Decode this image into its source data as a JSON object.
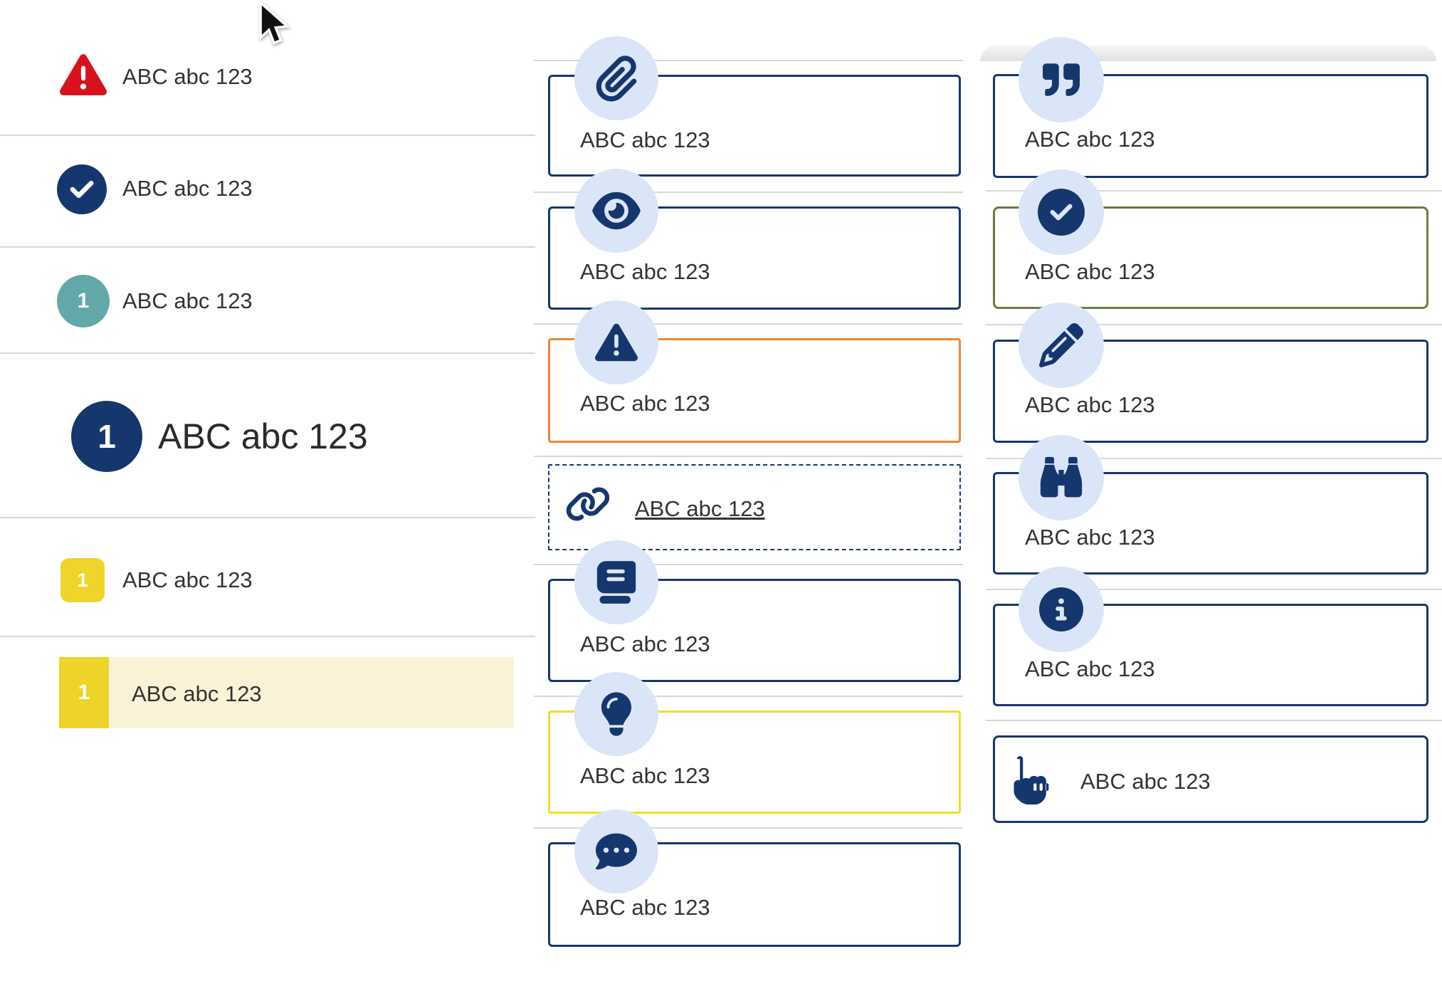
{
  "colors": {
    "navy": "#16376e",
    "text": "#333333",
    "heading-text": "#2b2b2b",
    "divider": "#d8d8d8",
    "red": "#d8121d",
    "teal": "#63a8a8",
    "yellow-badge": "#efd42c",
    "yellow-badge2": "#eed429",
    "highlight-bg": "#faf3d8",
    "icon-circle-blue": "#dbe5f8",
    "icon-circle-peach": "#fbe3cd",
    "icon-circle-sage": "#e9efdb",
    "icon-circle-paleyellow": "#fbf5d8",
    "orange-border": "#e9873a",
    "yellow-border": "#f0df20",
    "olive-border": "#6f7b41"
  },
  "left_list": {
    "item_warning": {
      "label": "ABC abc 123"
    },
    "item_check": {
      "label": "ABC abc 123"
    },
    "item_step": {
      "badge": "1",
      "label": "ABC abc 123"
    },
    "heading": {
      "badge": "1",
      "label": "ABC abc 123"
    },
    "item_yellow": {
      "badge": "1",
      "label": "ABC abc 123"
    },
    "item_yellow_highlighted": {
      "badge": "1",
      "label": "ABC abc 123"
    }
  },
  "middle_callouts": {
    "attachment": {
      "label": "ABC abc 123"
    },
    "eye": {
      "label": "ABC abc 123"
    },
    "warning": {
      "label": "ABC abc 123"
    },
    "link": {
      "label": "ABC abc 123"
    },
    "book": {
      "label": "ABC abc 123"
    },
    "idea": {
      "label": "ABC abc 123"
    },
    "comment": {
      "label": "ABC abc 123"
    }
  },
  "right_callouts": {
    "quote": {
      "label": "ABC abc 123"
    },
    "success": {
      "label": "ABC abc 123"
    },
    "edit": {
      "label": "ABC abc 123"
    },
    "search": {
      "label": "ABC abc 123"
    },
    "info": {
      "label": "ABC abc 123"
    },
    "pointer": {
      "label": "ABC abc 123"
    }
  }
}
